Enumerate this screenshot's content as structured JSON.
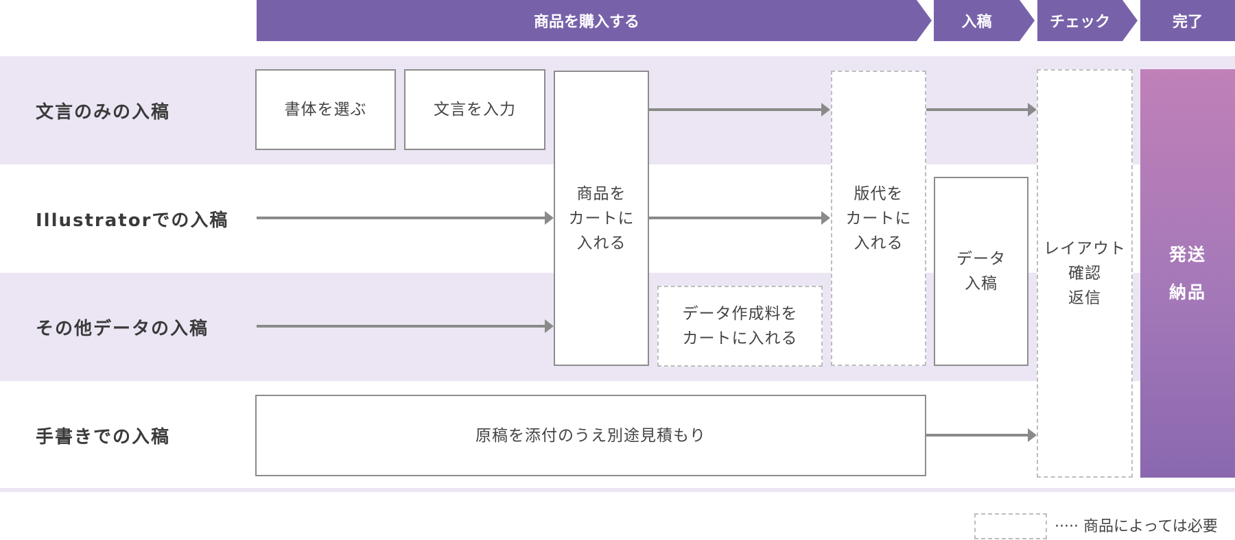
{
  "stages": [
    {
      "label": "商品を購入する"
    },
    {
      "label": "入稿"
    },
    {
      "label": "チェック"
    },
    {
      "label": "完了"
    }
  ],
  "stage_color": "#7762aa",
  "band_color": "#ece6f4",
  "rows": [
    {
      "label": "文言のみの入稿"
    },
    {
      "label": "Illustratorでの入稿"
    },
    {
      "label": "その他データの入稿"
    },
    {
      "label": "手書きでの入稿"
    }
  ],
  "boxes": {
    "choose_font": "書体を選ぶ",
    "input_text": "文言を入力",
    "add_to_cart": "商品を\nカートに\n入れる",
    "data_fee": "データ作成料を\nカートに入れる",
    "plate_fee": "版代を\nカートに\n入れる",
    "data_submit": "データ\n入稿",
    "layout_check": "レイアウト\n確認\n返信",
    "manuscript": "原稿を添付のうえ別途見積もり",
    "shipping": "発送\n納品"
  },
  "legend": {
    "text": "····· 商品によっては必要"
  }
}
